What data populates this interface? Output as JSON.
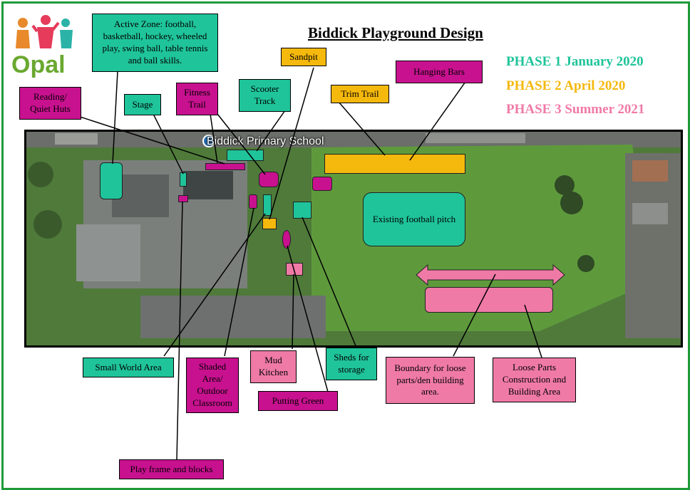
{
  "title": "Biddick Playground Design",
  "logo_text": "Opal",
  "phases": [
    {
      "label": "PHASE 1 January 2020",
      "color": "#1fc49a"
    },
    {
      "label": "PHASE 2 April 2020",
      "color": "#f5b80c"
    },
    {
      "label": "PHASE 3 Summer 2021",
      "color": "#f07aa6"
    }
  ],
  "map": {
    "place_label": "Biddick Primary School",
    "pitch_label": "Existing football pitch"
  },
  "labels": {
    "active_zone": "Active Zone: football, basketball, hockey, wheeled play, swing ball, table tennis and ball skills.",
    "sandpit": "Sandpit",
    "hanging_bars": "Hanging Bars",
    "trim_trail": "Trim Trail",
    "reading": "Reading/ Quiet Huts",
    "stage": "Stage",
    "fitness_trail": "Fitness Trail",
    "scooter_track": "Scooter Track",
    "small_world": "Small World Area",
    "shaded_area": "Shaded Area/ Outdoor Classroom",
    "mud_kitchen": "Mud Kitchen",
    "putting_green": "Putting Green",
    "sheds": "Sheds for storage",
    "boundary": "Boundary for loose parts/den building area.",
    "loose_parts": "Loose Parts Construction and Building Area",
    "play_frame": "Play frame and blocks"
  },
  "colors": {
    "phase1": "#1fc49a",
    "phase2": "#f5b80c",
    "phase3": "#f07aa6",
    "magenta": "#c8118f",
    "frame": "#1f9a3a"
  }
}
